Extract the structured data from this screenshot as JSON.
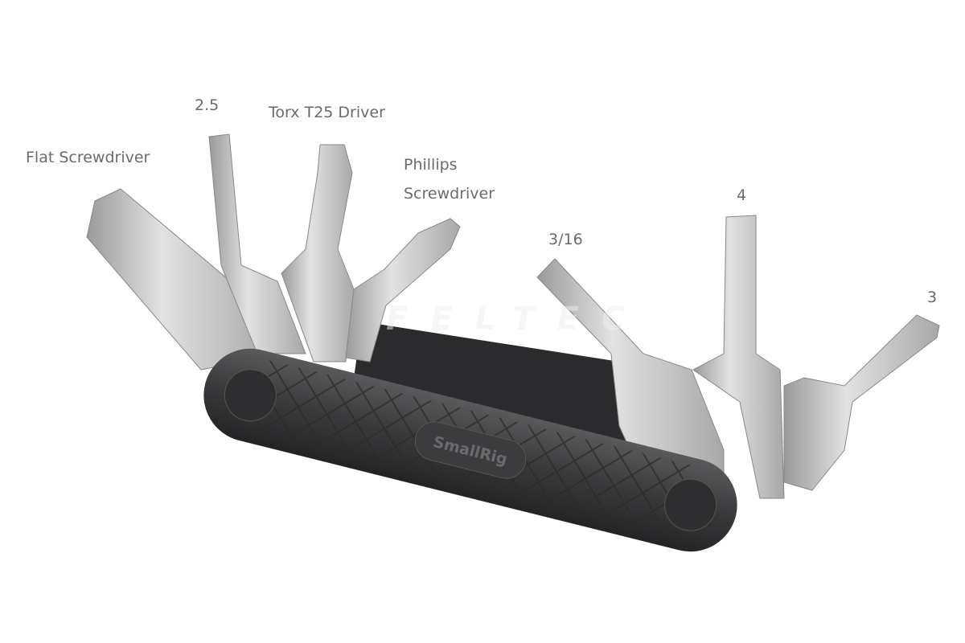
{
  "labels": {
    "flat_screwdriver": "Flat Screwdriver",
    "hex_2_5": "2.5",
    "torx": "Torx T25 Driver",
    "phillips_line1": "Phillips",
    "phillips_line2": "Screwdriver",
    "hex_3_16": "3/16",
    "hex_4": "4",
    "hex_3": "3"
  },
  "product": {
    "brand_logo": "SmallRig",
    "watermark": "FELTEC"
  },
  "colors": {
    "handle": "#3a3a3c",
    "steel": "#c9c9c9",
    "label": "#6b6b6b"
  }
}
